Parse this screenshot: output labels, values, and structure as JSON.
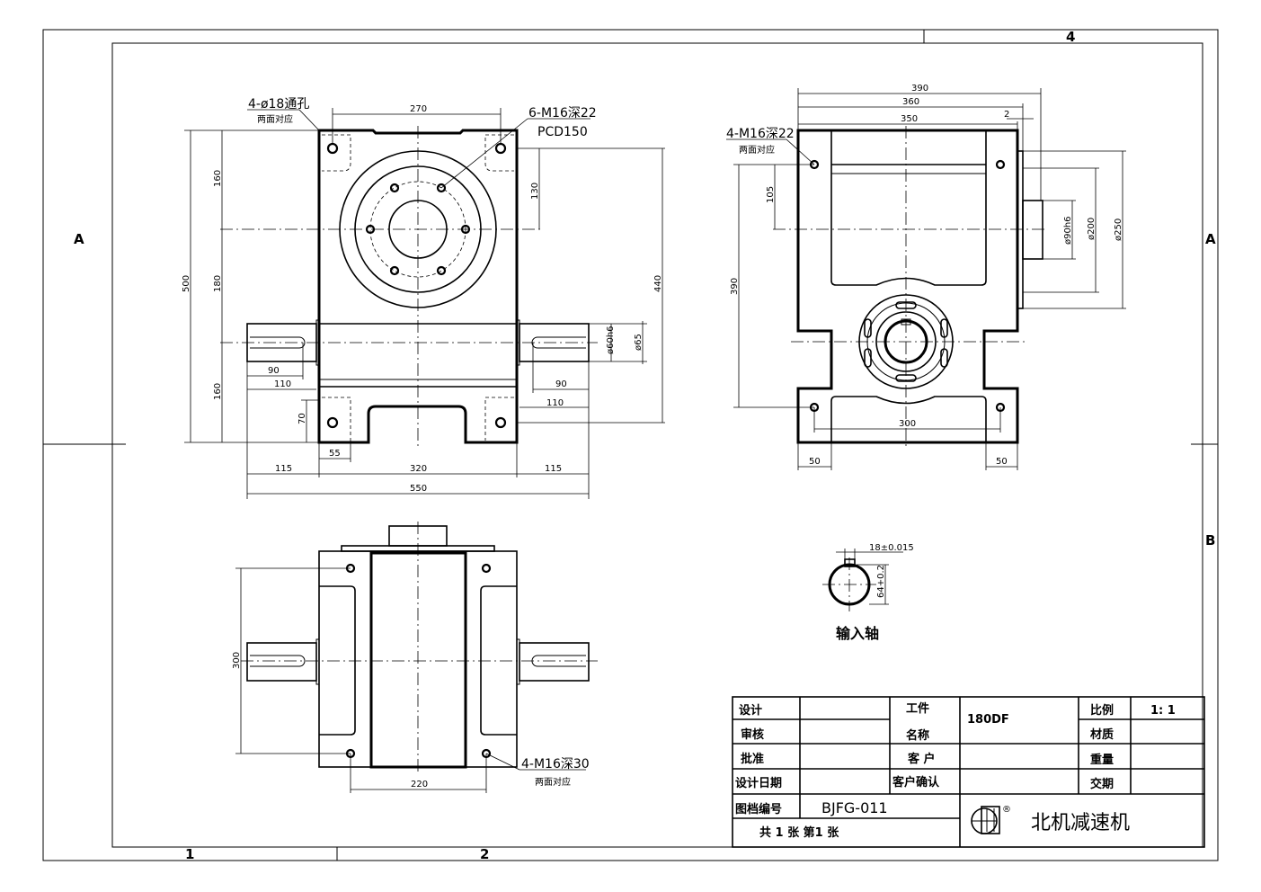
{
  "zones": {
    "top_4": "4",
    "left_A": "A",
    "right_A": "A",
    "right_B": "B",
    "bottom_1": "1",
    "bottom_2": "2"
  },
  "front_view": {
    "leader_holes": "4-ø18通孔",
    "leader_holes_sub": "两面对应",
    "leader_threads": "6-M16深22",
    "leader_pcd": "PCD150",
    "dims": {
      "d270": "270",
      "d500": "500",
      "d160a": "160",
      "d180": "180",
      "d160b": "160",
      "d130": "130",
      "d440": "440",
      "d60h6": "ø60h6",
      "d65": "ø65",
      "d90l": "90",
      "d110l": "110",
      "d90r": "90",
      "d110r": "110",
      "d70": "70",
      "d55": "55",
      "d115l": "115",
      "d320": "320",
      "d115r": "115",
      "d550": "550"
    }
  },
  "side_view": {
    "leader_threads": "4-M16深22",
    "leader_sub": "两面对应",
    "dims": {
      "d390w": "390",
      "d360": "360",
      "d350": "350",
      "d2": "2",
      "d105": "105",
      "d390h": "390",
      "d90h6": "ø90h6",
      "d200": "ø200",
      "d250": "ø250",
      "d300": "300",
      "d50l": "50",
      "d50r": "50"
    }
  },
  "bottom_view": {
    "leader_threads": "4-M16深30",
    "leader_sub": "两面对应",
    "dims": {
      "d300": "300",
      "d220": "220"
    }
  },
  "key_section": {
    "width_tol": "18±0.015",
    "depth_tol": "64+0.2",
    "title": "输入轴"
  },
  "title_block": {
    "design": "设计",
    "review": "审核",
    "approve": "批准",
    "design_date": "设计日期",
    "part": "工件",
    "name": "名称",
    "customer": "客 户",
    "customer_confirm": "客户确认",
    "part_name_value": "180DF",
    "scale": "比例",
    "scale_value": "1: 1",
    "material": "材质",
    "weight": "重量",
    "delivery": "交期",
    "drawing_no_label": "图档编号",
    "drawing_no": "BJFG-011",
    "sheets": "共 1 张 第1 张",
    "logo_mark": "®",
    "company": "北机减速机"
  }
}
